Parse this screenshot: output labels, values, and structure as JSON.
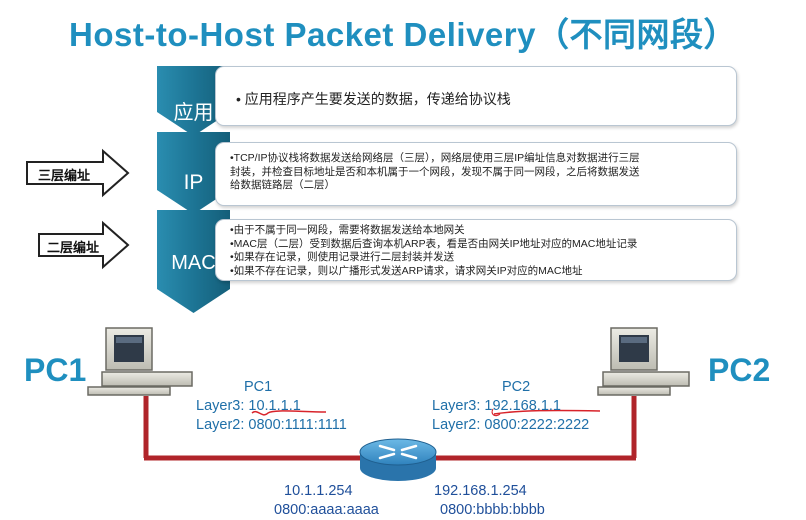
{
  "title": "Host-to-Host Packet Delivery（不同网段）",
  "layers": [
    {
      "name": "应用",
      "lines": [
        "• 应用程序产生要发送的数据，传递给协议栈"
      ]
    },
    {
      "name": "IP",
      "lines": [
        "•TCP/IP协议栈将数据发送给网络层（三层），网络层使用三层IP编址信息对数据进行三层",
        "封装，并检查目标地址是否和本机属于一个网段，发现不属于同一网段，之后将数据发送",
        "给数据链路层（二层）"
      ]
    },
    {
      "name": "MAC",
      "lines": [
        "•由于不属于同一网段，需要将数据发送给本地网关",
        "•MAC层（二层）受到数据后查询本机ARP表，看是否由网关IP地址对应的MAC地址记录",
        "•如果存在记录，则使用记录进行二层封装并发送",
        "•如果不存在记录，则以广播形式发送ARP请求，请求网关IP对应的MAC地址"
      ]
    }
  ],
  "annotations": {
    "layer3": "三层编址",
    "layer2": "二层编址"
  },
  "pc1": {
    "label": "PC1",
    "name": "PC1",
    "layer3": "Layer3: 10.1.1.1",
    "layer2": "Layer2: 0800:1111:1111"
  },
  "pc2": {
    "label": "PC2",
    "name": "PC2",
    "layer3": "Layer3: 192.168.1.1",
    "layer2": "Layer2: 0800:2222:2222"
  },
  "router": {
    "left": {
      "ip": "10.1.1.254",
      "mac": "0800:aaaa:aaaa"
    },
    "right": {
      "ip": "192.168.1.254",
      "mac": "0800:bbbb:bbbb"
    }
  },
  "colors": {
    "title": "#1f8fbf",
    "chevron": "#1a6f8c",
    "link": "#b0242a",
    "router": "#3f9ad4",
    "pen": "#d8232a"
  }
}
